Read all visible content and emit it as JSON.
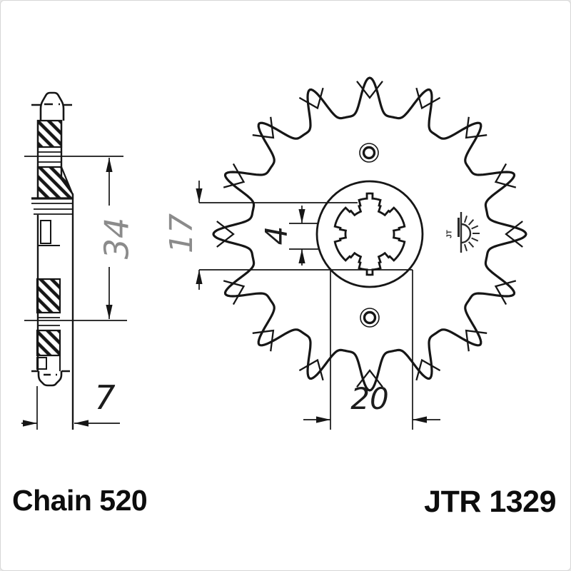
{
  "title_block": {
    "chain_label": "Chain 520",
    "part_number": "JTR 1329"
  },
  "dimension_labels": {
    "dim_34": "34",
    "dim_17": "17",
    "dim_4": "4",
    "dim_20": "20",
    "dim_7": "7"
  },
  "logo": {
    "maker_initials": "JT",
    "symbol": "rising-sun-icon"
  },
  "colors": {
    "line": "#161616",
    "dim_label_gray": "#8b8b8b",
    "background": "#ffffff"
  }
}
